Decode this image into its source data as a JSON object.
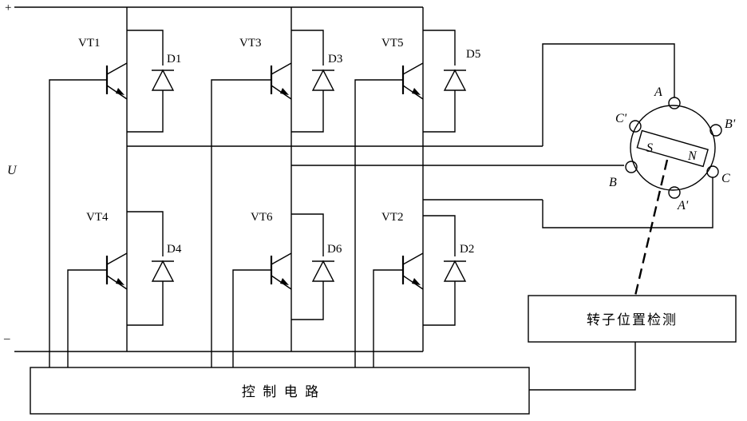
{
  "rails": {
    "plus": "+",
    "minus": "–",
    "voltage": "U"
  },
  "transistors": [
    {
      "id": "vt1",
      "label": "VT1",
      "diode": "D1"
    },
    {
      "id": "vt3",
      "label": "VT3",
      "diode": "D3"
    },
    {
      "id": "vt5",
      "label": "VT5",
      "diode": "D5"
    },
    {
      "id": "vt4",
      "label": "VT4",
      "diode": "D4"
    },
    {
      "id": "vt6",
      "label": "VT6",
      "diode": "D6"
    },
    {
      "id": "vt2",
      "label": "VT2",
      "diode": "D2"
    }
  ],
  "motor": {
    "terminals": {
      "a": "A",
      "a_prime": "A'",
      "b": "B",
      "b_prime": "B'",
      "c": "C",
      "c_prime": "C'"
    },
    "rotor": {
      "south": "S",
      "north": "N"
    }
  },
  "blocks": {
    "rotor_position_detection": "转子位置检测",
    "control_circuit": "控 制 电 路"
  }
}
